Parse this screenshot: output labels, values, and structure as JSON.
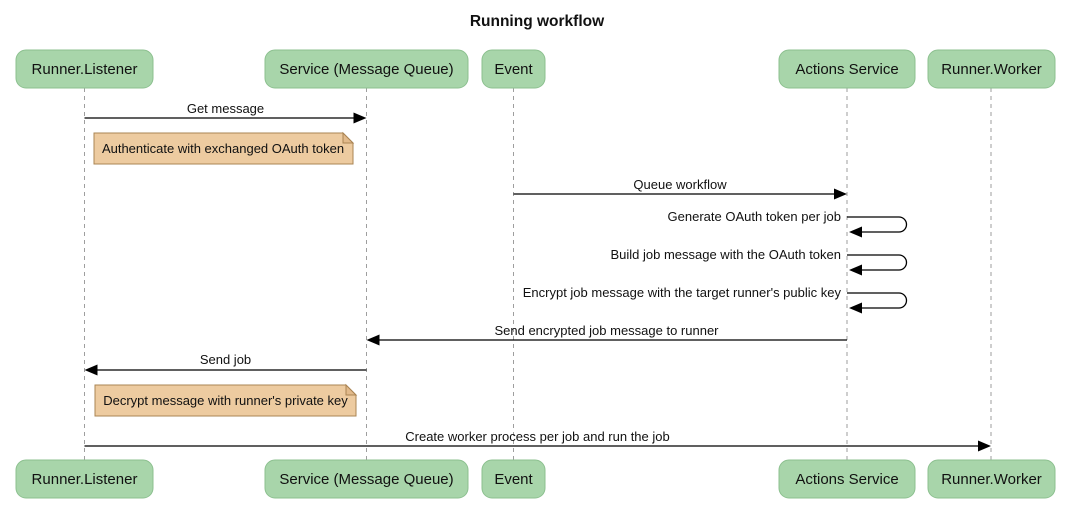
{
  "title": "Running workflow",
  "colors": {
    "actor_fill": "#a8d5aa",
    "actor_border": "#8cc08f",
    "note_fill": "#edcba0",
    "note_fold": "#e2ba8b",
    "note_border": "#aa8453",
    "lifeline": "#9e9e9e",
    "message": "#000000"
  },
  "participants": [
    {
      "label": "Runner.Listener"
    },
    {
      "label": "Service (Message Queue)"
    },
    {
      "label": "Event"
    },
    {
      "label": "Actions Service"
    },
    {
      "label": "Runner.Worker"
    }
  ],
  "messages": [
    {
      "label": "Get message",
      "from": "Runner.Listener",
      "to": "Service (Message Queue)"
    },
    {
      "label": "Queue workflow",
      "from": "Event",
      "to": "Actions Service"
    },
    {
      "label": "Generate OAuth token per job",
      "from": "Actions Service",
      "to": "Actions Service",
      "self": true
    },
    {
      "label": "Build job message with the OAuth token",
      "from": "Actions Service",
      "to": "Actions Service",
      "self": true
    },
    {
      "label": "Encrypt job message with the target runner's public key",
      "from": "Actions Service",
      "to": "Actions Service",
      "self": true
    },
    {
      "label": "Send encrypted job message to runner",
      "from": "Actions Service",
      "to": "Service (Message Queue)"
    },
    {
      "label": "Send job",
      "from": "Service (Message Queue)",
      "to": "Runner.Listener"
    },
    {
      "label": "Create worker process per job and run the job",
      "from": "Runner.Listener",
      "to": "Runner.Worker"
    }
  ],
  "notes": [
    {
      "label": "Authenticate with exchanged OAuth token",
      "over": "Runner.Listener"
    },
    {
      "label": "Decrypt message with runner's private key",
      "over": "Runner.Listener"
    }
  ]
}
